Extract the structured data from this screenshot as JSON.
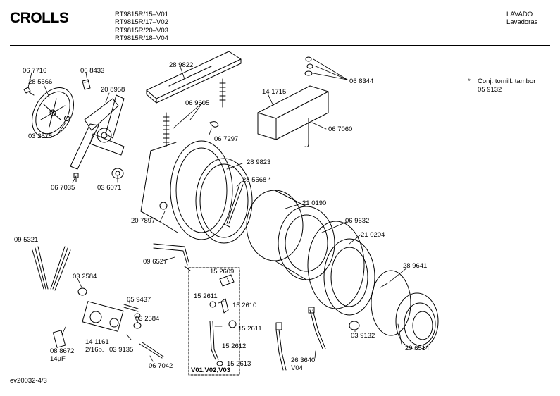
{
  "header": {
    "brand": "CROLLS",
    "models": [
      "RT9815R/15–V01",
      "RT9815R/17–V02",
      "RT9815R/20–V03",
      "RT9815R/18–V04"
    ],
    "category": [
      "LAVADO",
      "Lavadoras"
    ]
  },
  "note": {
    "star": "*",
    "line1": "Conj. tornill. tambor",
    "line2": "05 9132"
  },
  "labels": {
    "p067716": "06 7716",
    "p285566": "28 5566",
    "p068433": "06 8433",
    "p208958": "20 8958",
    "p032575": "03 2575",
    "p067035": "06 7035",
    "p036071": "03 6071",
    "p289822": "28 9822",
    "p069605": "06 9605",
    "p067297": "06 7297",
    "p141715": "14 1715",
    "p068344": "06 8344",
    "p067060": "06 7060",
    "p289823": "28 9823",
    "p285568": "28 5568 *",
    "p210190": "21 0190",
    "p207897": "20 7897",
    "p069632": "06 9632",
    "p210204": "21 0204",
    "p095321": "09 5321",
    "p096527": "09 6527",
    "p289641": "28 9641",
    "p032584a": "03 2584",
    "p059437": "05 9437",
    "p152609": "15 2609",
    "p152611a": "15 2611",
    "p152610": "15 2610",
    "p152611b": "15 2611",
    "p032584b": "03 2584",
    "p141161": "14 1161",
    "p141161sub": "2/16p.",
    "p039135": "03 9135",
    "p152612": "15 2612",
    "p088672": "08 8672",
    "p088672sub": "14µF",
    "p067042": "06 7042",
    "p152613": "15 2613",
    "p263640": "26 3640",
    "p263640sub": "V04",
    "p039132": "03 9132",
    "p296514": "29 6514"
  },
  "variant": "V01,V02,V03",
  "footer": "ev20032-4/3"
}
